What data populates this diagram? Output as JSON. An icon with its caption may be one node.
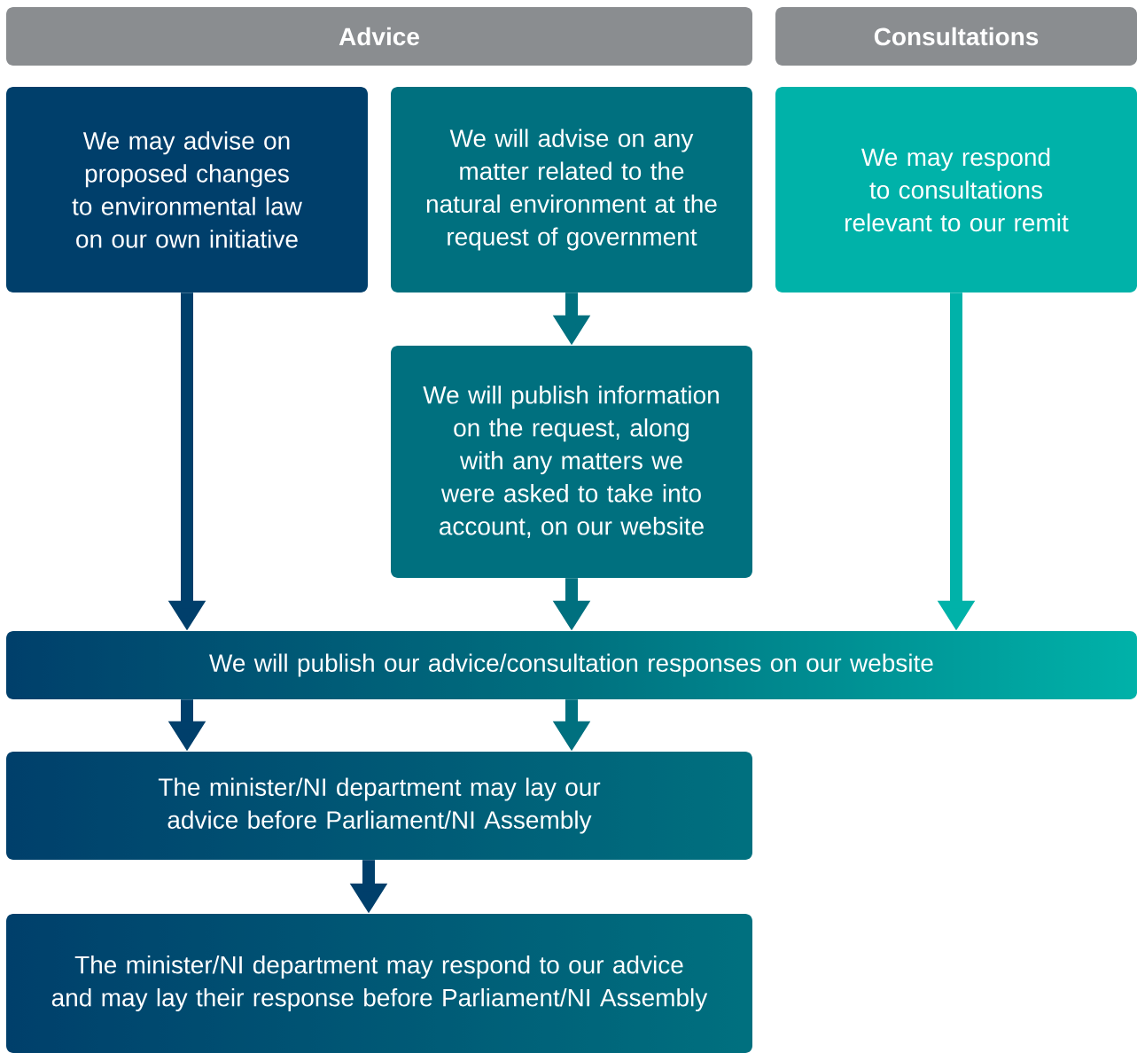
{
  "diagram": {
    "nodes": [
      {
        "text": [
          "Advice"
        ]
      },
      {
        "text": [
          "Consultations"
        ]
      },
      {
        "text": [
          "We may advise on proposed changes to environmental law on our own initiative"
        ]
      },
      {
        "text": [
          "We will advise on any matter related to the natural environment at the request of government"
        ]
      },
      {
        "text": [
          "We may respond to consultations relevant to our remit"
        ]
      },
      {
        "text": [
          "We will publish information on the request, along with any matters we were asked to take into account, on our website"
        ]
      },
      {
        "text": [
          "We will publish our advice/consultation responses on our website"
        ]
      },
      {
        "text": [
          "The minister/NI department may lay our advice before Parliament/NI Assembly"
        ]
      },
      {
        "text": [
          "The minister/NI department may respond to our advice and may lay their response before Parliament/NI Assembly"
        ]
      }
    ],
    "edges": [
      {
        "from": 2,
        "to": 6,
        "arrow": "to",
        "color": "#003f6b"
      },
      {
        "from": 3,
        "to": 5,
        "arrow": "to",
        "color": "#00707f"
      },
      {
        "from": 5,
        "to": 6,
        "arrow": "to",
        "color": "#00707f"
      },
      {
        "from": 4,
        "to": 6,
        "arrow": "to",
        "color": "#00b2a9"
      },
      {
        "from": 6,
        "to": 7,
        "arrow": "to",
        "color": "#003f6b"
      },
      {
        "from": 6,
        "to": 7,
        "arrow": "to",
        "color": "#00707f"
      },
      {
        "from": 7,
        "to": 8,
        "arrow": "to",
        "color": "#003f6b"
      }
    ]
  }
}
